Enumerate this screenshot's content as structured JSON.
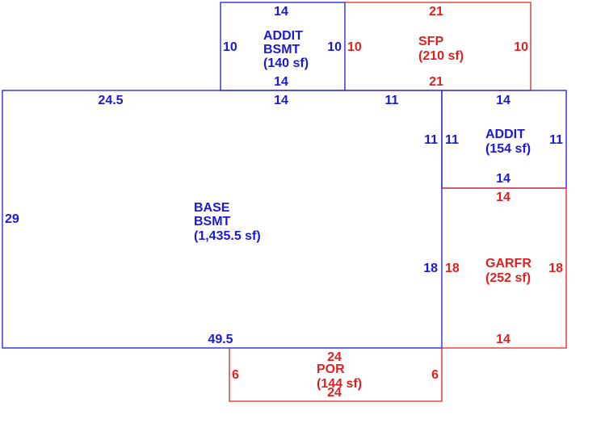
{
  "colors": {
    "blue": "#1a1ad6",
    "red": "#e02020"
  },
  "areas": [
    {
      "id": "addit-bsmt",
      "color": "blue",
      "name_lines": [
        "ADDIT",
        "BSMT"
      ],
      "area": "(140 sf)",
      "dims": {
        "top": "14",
        "bottom": "14",
        "left": "10",
        "right": "10"
      }
    },
    {
      "id": "sfp",
      "color": "red",
      "name_lines": [
        "SFP"
      ],
      "area": "(210 sf)",
      "dims": {
        "top": "21",
        "bottom": "21",
        "left": "10",
        "right": "10"
      }
    },
    {
      "id": "base-bsmt",
      "color": "blue",
      "name_lines": [
        "BASE",
        "BSMT"
      ],
      "area": "(1,435.5 sf)",
      "dims": {
        "top_left": "24.5",
        "top_mid": "14",
        "top_right": "11",
        "right_upper": "11",
        "right_lower": "18",
        "left": "29",
        "bottom": "49.5"
      }
    },
    {
      "id": "addit",
      "color": "blue",
      "name_lines": [
        "ADDIT"
      ],
      "area": "(154 sf)",
      "dims": {
        "top": "14",
        "bottom": "14",
        "left": "11",
        "right": "11"
      }
    },
    {
      "id": "garfr",
      "color": "red",
      "name_lines": [
        "GARFR"
      ],
      "area": "(252 sf)",
      "dims": {
        "top": "14",
        "bottom": "14",
        "left": "18",
        "right": "18"
      }
    },
    {
      "id": "por",
      "color": "red",
      "name_lines": [
        "POR"
      ],
      "area": "(144 sf)",
      "dims": {
        "top": "24",
        "bottom": "24",
        "left": "6",
        "right": "6"
      }
    }
  ]
}
